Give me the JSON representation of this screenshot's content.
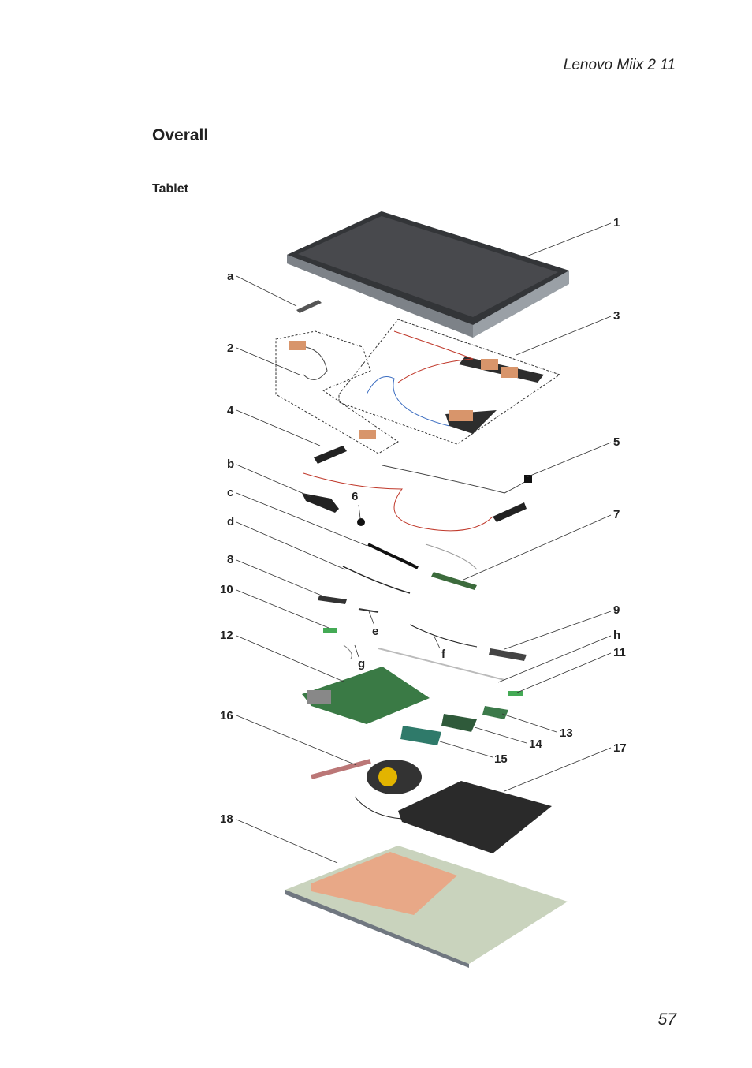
{
  "header": {
    "product": "Lenovo Miix 2 11"
  },
  "section": {
    "title": "Overall",
    "subtitle": "Tablet"
  },
  "page_number": "57",
  "callouts": {
    "c1": "1",
    "c2": "2",
    "c3": "3",
    "c4": "4",
    "c5": "5",
    "c6": "6",
    "c7": "7",
    "c8": "8",
    "c9": "9",
    "c10": "10",
    "c11": "11",
    "c12": "12",
    "c13": "13",
    "c14": "14",
    "c15": "15",
    "c16": "16",
    "c17": "17",
    "c18": "18",
    "ca": "a",
    "cb": "b",
    "cc": "c",
    "cd": "d",
    "ce": "e",
    "cf": "f",
    "cg": "g",
    "ch": "h"
  }
}
